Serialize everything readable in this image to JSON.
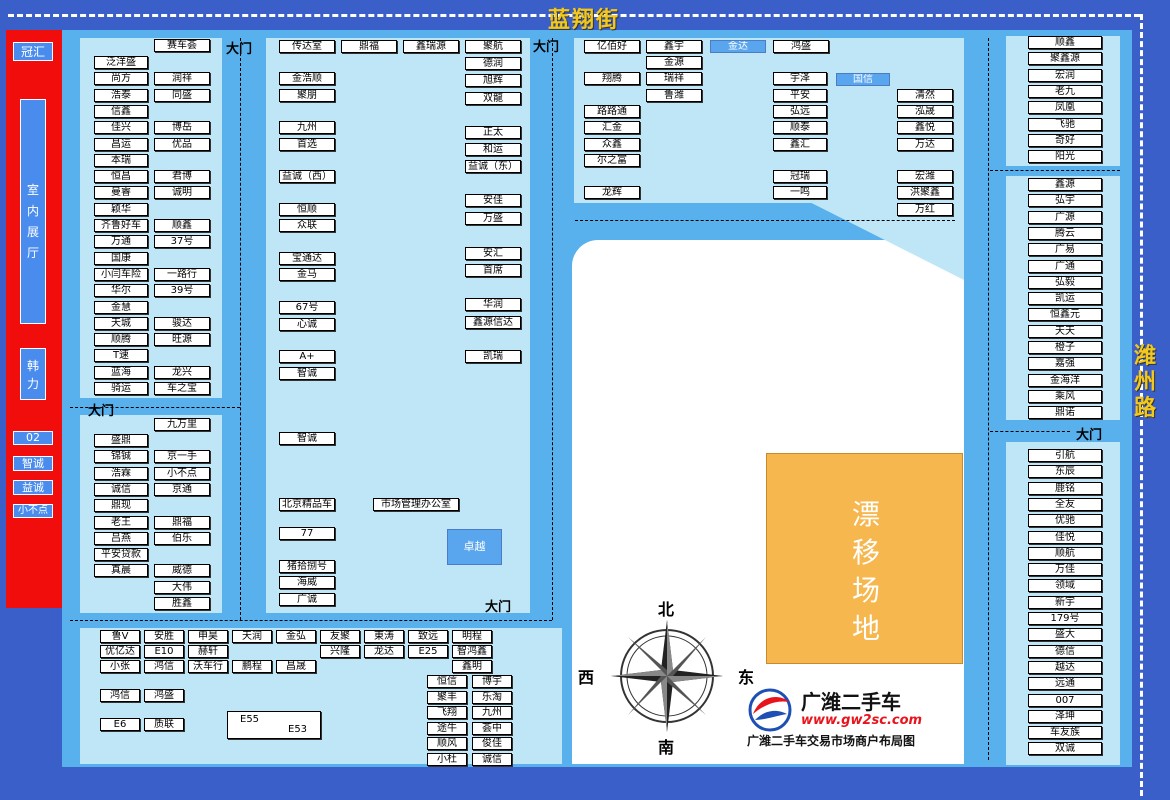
{
  "streets": {
    "north": "蓝翔街",
    "east": "潍州路"
  },
  "gate_label": "大门",
  "sidebar": {
    "top_label": "冠汇",
    "hall_label": "室内展厅",
    "brand_label": "韩力",
    "items": [
      "02",
      "智诚",
      "益诚",
      "小不点"
    ]
  },
  "block_a": {
    "top": "赛车荟",
    "pairs": [
      [
        "泛洋盛",
        ""
      ],
      [
        "尚方",
        "润祥"
      ],
      [
        "浩泰",
        "同盛"
      ],
      [
        "信鑫",
        ""
      ],
      [
        "佳兴",
        "博岳"
      ],
      [
        "昌运",
        "优品"
      ],
      [
        "本瑞",
        ""
      ],
      [
        "恒昌",
        "君博"
      ],
      [
        "曼睿",
        "诚明"
      ],
      [
        "颖华",
        ""
      ],
      [
        "齐鲁好车",
        "顺鑫"
      ],
      [
        "万通",
        "37号"
      ],
      [
        "国康",
        ""
      ],
      [
        "小闫车险",
        "一路行"
      ],
      [
        "华尔",
        "39号"
      ],
      [
        "金慧",
        ""
      ],
      [
        "天城",
        "骏达"
      ],
      [
        "顺腾",
        "旺源"
      ],
      [
        "T速",
        ""
      ],
      [
        "蓝海",
        "龙兴"
      ],
      [
        "骑运",
        "车之宝"
      ]
    ]
  },
  "block_a2": {
    "top": "九万里",
    "pairs": [
      [
        "盛鼎",
        ""
      ],
      [
        "锦铖",
        "京一手"
      ],
      [
        "浩霖",
        "小不点"
      ],
      [
        "诚信",
        "京通"
      ],
      [
        "鼎现",
        ""
      ],
      [
        "老王",
        "鼎福"
      ],
      [
        "吕燕",
        "伯乐"
      ],
      [
        "平安贷款",
        ""
      ],
      [
        "真晨",
        "威德"
      ],
      [
        "",
        "大伟"
      ],
      [
        "",
        "胜鑫"
      ]
    ]
  },
  "block_b": {
    "top_row": [
      "传达室",
      "鼎福",
      "鑫瑞源",
      "聚航"
    ],
    "left": [
      "金浩顺",
      "聚朋",
      "九州",
      "首选",
      "益诚（西）",
      "恒顺",
      "众联",
      "宝通达",
      "金马",
      "67号",
      "心诚",
      "A+",
      "智诚",
      "智诚",
      "北京精品车",
      "77",
      "猪拾捌号",
      "海威",
      "广诚"
    ],
    "right": [
      "德润",
      "旭辉",
      "双龍",
      "正太",
      "和运",
      "益诚（东）",
      "安佳",
      "万盛",
      "安汇",
      "首席",
      "华润",
      "鑫源信达",
      "凯瑞"
    ],
    "office": "市场管理办公室",
    "special": "卓越"
  },
  "block_c": {
    "row1": [
      "亿佰好",
      "鑫宇",
      "金达",
      "鸿盛"
    ],
    "col_a": [
      "翔腾",
      "路路通",
      "汇金",
      "众鑫",
      "尔之富",
      "龙辉"
    ],
    "col_b": [
      "金源",
      "瑞祥",
      "鲁潍"
    ],
    "col_c": [
      "宇泽",
      "平安",
      "弘远",
      "顺泰",
      "鑫汇",
      "冠瑞",
      "一鸣"
    ],
    "col_d": [
      "清然",
      "泓晟",
      "鑫悦",
      "万达",
      "宏潍",
      "洪聚鑫",
      "万红"
    ],
    "guoxin": "国信"
  },
  "block_e_top": [
    "顺鑫",
    "聚鑫源",
    "宏润",
    "老九",
    "凤凰",
    "飞驰",
    "奇好",
    "阳光"
  ],
  "block_e_mid": [
    "鑫源",
    "弘宇",
    "广源",
    "腾云",
    "广易",
    "广通",
    "弘毅",
    "凯运",
    "恒鑫元",
    "天天",
    "橙子",
    "嘉强",
    "金海洋",
    "乘风",
    "鼎诺"
  ],
  "block_e_bot": [
    "引航",
    "东辰",
    "鹿铭",
    "全友",
    "优驰",
    "佳悦",
    "顺航",
    "万佳",
    "领域",
    "新宇",
    "179号",
    "盛大",
    "德信",
    "越达",
    "远通",
    "007",
    "泽坤",
    "车友族",
    "双诚"
  ],
  "block_d": {
    "row1": [
      "鲁V",
      "安胜",
      "申昊",
      "天润",
      "金弘",
      "友聚",
      "東涛",
      "致远",
      "明程"
    ],
    "row2": [
      "优亿达",
      "E10",
      "赫轩",
      "兴隆",
      "龙达",
      "E25",
      "智鸿鑫"
    ],
    "row3": [
      "小张",
      "鸿信",
      "沃车行",
      "鹏程",
      "昌晟",
      "鑫明"
    ],
    "grid": [
      [
        "恒信",
        "博宇"
      ],
      [
        "聚丰",
        "乐淘"
      ],
      [
        "飞翔",
        "九州"
      ],
      [
        "途牛",
        "荟中"
      ],
      [
        "顺风",
        "俊佳"
      ],
      [
        "小杜",
        "诚信"
      ]
    ],
    "left_a": [
      "鸿信",
      "鸿盛"
    ],
    "left_b": [
      "E6",
      "质联"
    ],
    "e55": "E55",
    "e53": "E53"
  },
  "drift": "漂移场地",
  "compass": {
    "n": "北",
    "s": "南",
    "w": "西",
    "e": "东"
  },
  "brand": {
    "name": "广潍二手车",
    "url": "www.gw2sc.com",
    "subtitle": "广潍二手车交易市场商户布局图"
  },
  "colors": {
    "background": "#3a5fc8",
    "block": "#bfe6f6",
    "road": "#58b0ec",
    "drift": "#f5b74e",
    "sidebar": "#f20d0d",
    "street_text": "#f2c81c"
  }
}
